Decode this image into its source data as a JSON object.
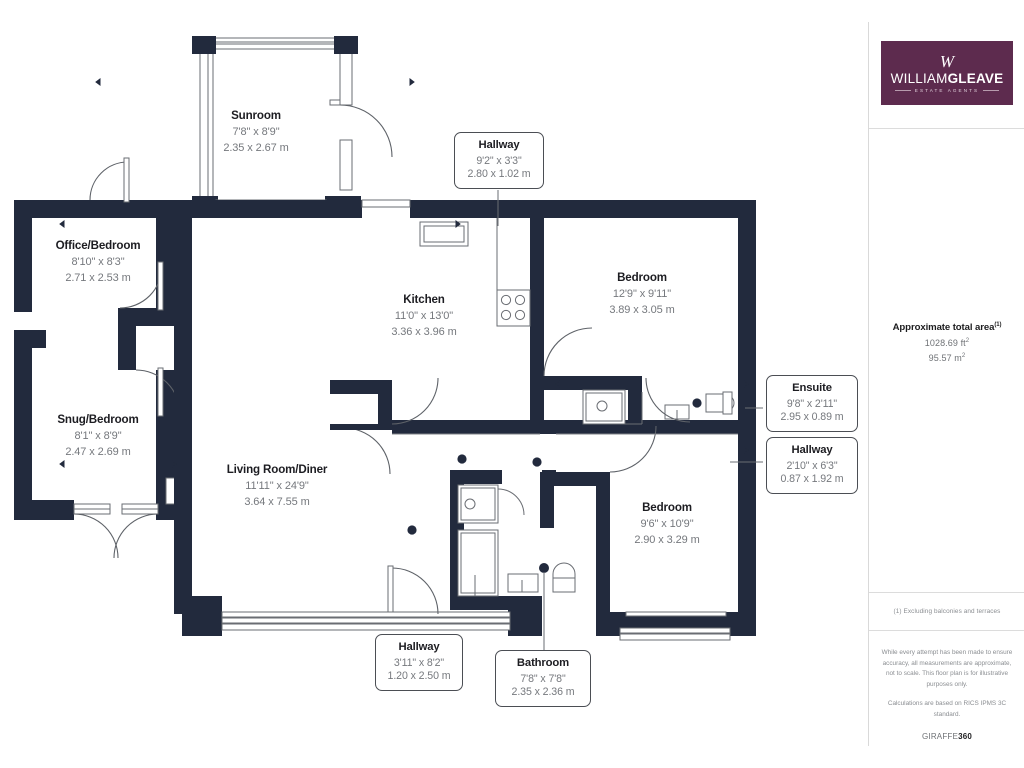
{
  "sidebar": {
    "logo": {
      "mark": "W",
      "word_thin": "WILLIAM",
      "word_bold": "GLEAVE",
      "subtitle": "ESTATE AGENTS",
      "brand_color": "#5d2b4e"
    },
    "area": {
      "title": "Approximate total area",
      "title_sup": "(1)",
      "imperial": "1028.69 ft",
      "imperial_sup": "2",
      "metric": "95.57 m",
      "metric_sup": "2"
    },
    "footnote": "(1) Excluding balconies and terraces",
    "legal_1": "While every attempt has been made to ensure accuracy, all measurements are approximate, not to scale. This floor plan is for illustrative purposes only.",
    "legal_2": "Calculations are based on RICS IPMS 3C standard.",
    "brand_prefix": "GIRAFFE",
    "brand_suffix": "360"
  },
  "plan": {
    "wall_color": "#222a3d",
    "fixture_color": "#6a6d73",
    "rooms": [
      {
        "key": "sunroom",
        "name": "Sunroom",
        "imperial": "7'8\" x 8'9\"",
        "metric": "2.35 x 2.67 m"
      },
      {
        "key": "office_bedroom",
        "name": "Office/Bedroom",
        "imperial": "8'10\" x 8'3\"",
        "metric": "2.71 x 2.53 m"
      },
      {
        "key": "snug_bedroom",
        "name": "Snug/Bedroom",
        "imperial": "8'1\" x 8'9\"",
        "metric": "2.47 x 2.69 m"
      },
      {
        "key": "kitchen",
        "name": "Kitchen",
        "imperial": "11'0\" x 13'0\"",
        "metric": "3.36 x 3.96 m"
      },
      {
        "key": "living_diner",
        "name": "Living Room/Diner",
        "imperial": "11'11\" x 24'9\"",
        "metric": "3.64 x 7.55 m"
      },
      {
        "key": "bedroom_1",
        "name": "Bedroom",
        "imperial": "12'9\" x 9'11\"",
        "metric": "3.89 x 3.05 m"
      },
      {
        "key": "bedroom_2",
        "name": "Bedroom",
        "imperial": "9'6\" x 10'9\"",
        "metric": "2.90 x 3.29 m"
      }
    ],
    "callouts": [
      {
        "key": "hallway_top",
        "name": "Hallway",
        "imperial": "9'2\" x 3'3\"",
        "metric": "2.80 x 1.02 m"
      },
      {
        "key": "ensuite",
        "name": "Ensuite",
        "imperial": "9'8\" x 2'11\"",
        "metric": "2.95 x 0.89 m"
      },
      {
        "key": "hallway_right",
        "name": "Hallway",
        "imperial": "2'10\" x 6'3\"",
        "metric": "0.87 x 1.92 m"
      },
      {
        "key": "hallway_bottom",
        "name": "Hallway",
        "imperial": "3'11\" x 8'2\"",
        "metric": "1.20 x 2.50 m"
      },
      {
        "key": "bathroom",
        "name": "Bathroom",
        "imperial": "7'8\" x 7'8\"",
        "metric": "2.35 x 2.36 m"
      }
    ]
  }
}
